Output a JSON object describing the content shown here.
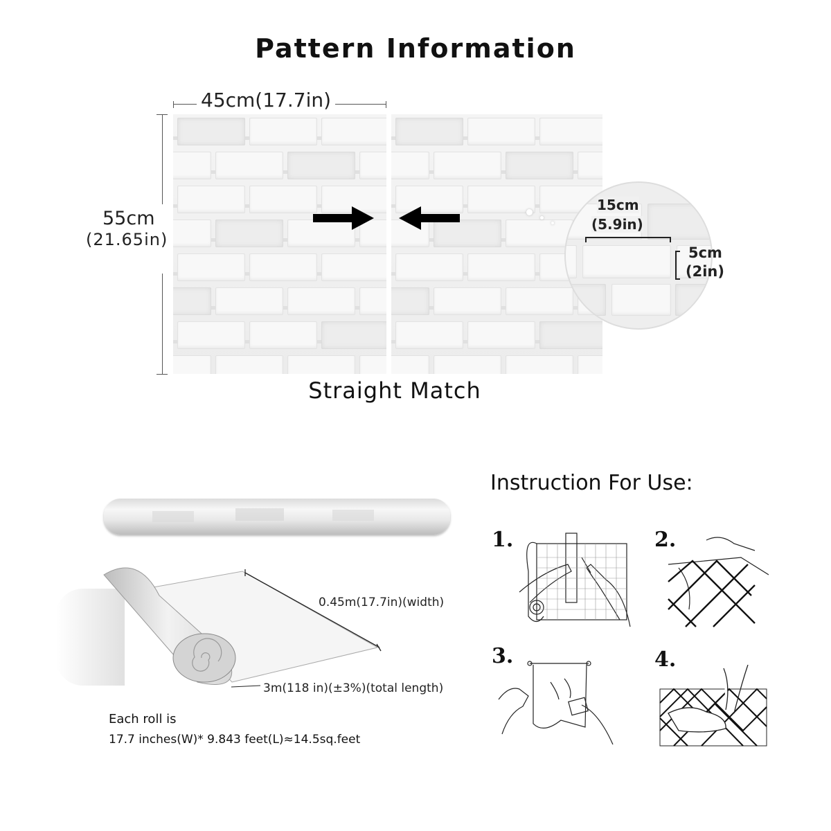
{
  "title": "Pattern Information",
  "width_label": "45cm(17.7in)",
  "height_label_cm": "55cm",
  "height_label_in": "(21.65in)",
  "match_label": "Straight Match",
  "brick_size": {
    "width_cm": "15cm",
    "width_in": "(5.9in)",
    "height_cm": "5cm",
    "height_in": "(2in)"
  },
  "instructions": {
    "title": "Instruction For Use:",
    "steps": [
      "1.",
      "2.",
      "3.",
      "4."
    ]
  },
  "roll": {
    "width_label": "0.45m(17.7in)(width)",
    "length_label": "3m(118 in)(±3%)(total length)",
    "summary_line1": "Each roll is",
    "summary_line2": "17.7 inches(W)* 9.843 feet(L)≈14.5sq.feet"
  },
  "colors": {
    "brick": "#f4f4f4",
    "mortar": "#e0e0e0",
    "arrow": "#000000"
  }
}
